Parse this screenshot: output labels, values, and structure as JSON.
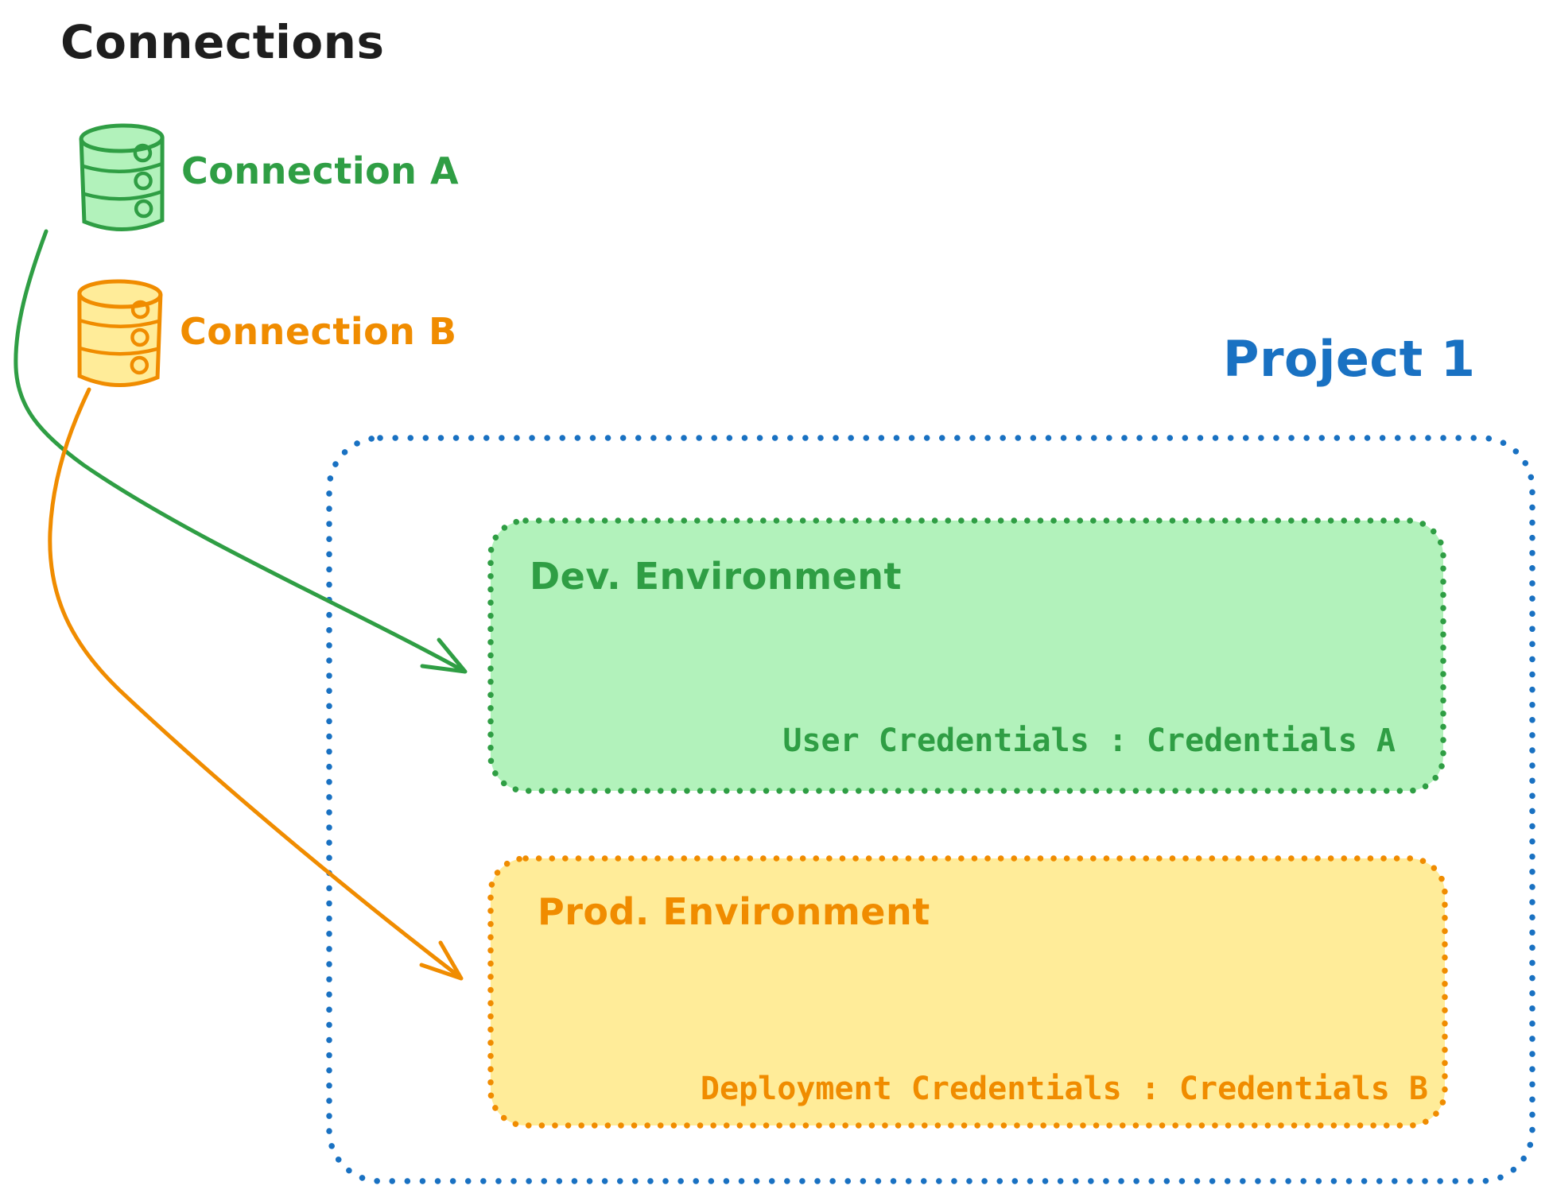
{
  "colors": {
    "text_black": "#1e1e1e",
    "blue": "#1971c2",
    "green_stroke": "#2f9e44",
    "green_fill": "#b2f2bb",
    "orange_stroke": "#f08c00",
    "orange_fill": "#ffec99",
    "background": "#ffffff"
  },
  "connections_panel": {
    "title": "Connections",
    "items": [
      {
        "label": "Connection A",
        "icon": "database-icon",
        "color": "green"
      },
      {
        "label": "Connection B",
        "icon": "database-icon",
        "color": "orange"
      }
    ]
  },
  "project": {
    "title": "Project 1",
    "environments": [
      {
        "name": "Dev. Environment",
        "credentials_label": "User Credentials : Credentials A"
      },
      {
        "name": "Prod. Environment",
        "credentials_label": "Deployment Credentials : Credentials B"
      }
    ]
  },
  "arrows": [
    {
      "from": "Connection A",
      "to": "Dev. Environment",
      "color": "green"
    },
    {
      "from": "Connection B",
      "to": "Prod. Environment",
      "color": "orange"
    }
  ]
}
